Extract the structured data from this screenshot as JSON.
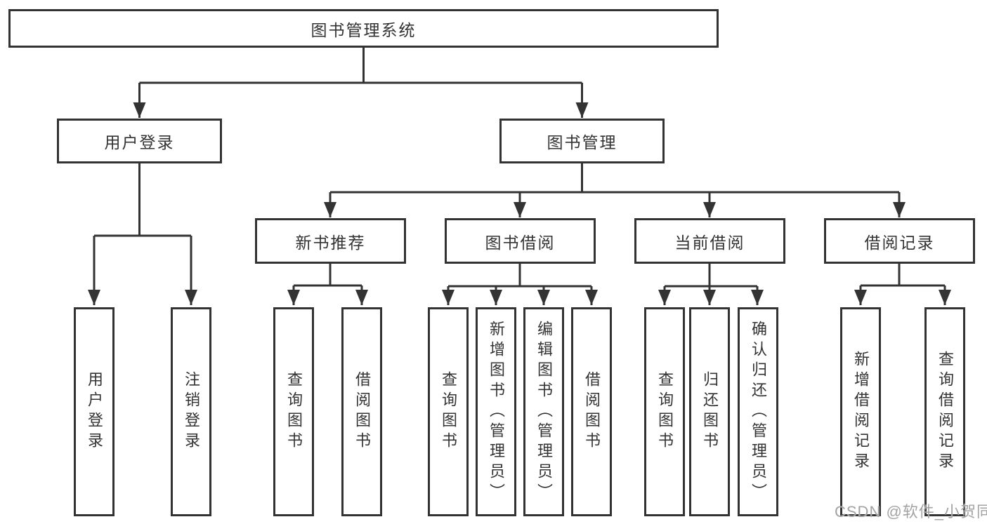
{
  "diagram": {
    "root": "图书管理系统",
    "level2": [
      {
        "label": "用户登录",
        "children": [
          "用户登录",
          "注销登录"
        ]
      },
      {
        "label": "图书管理",
        "sections": [
          {
            "label": "新书推荐",
            "children": [
              "查询图书",
              "借阅图书"
            ]
          },
          {
            "label": "图书借阅",
            "children": [
              "查询图书",
              "新增图书（管理员）",
              "编辑图书（管理员）",
              "借阅图书"
            ]
          },
          {
            "label": "当前借阅",
            "children": [
              "查询图书",
              "归还图书",
              "确认归还（管理员）"
            ]
          },
          {
            "label": "借阅记录",
            "children": [
              "新增借阅记录",
              "查询借阅记录"
            ]
          }
        ]
      }
    ]
  },
  "watermark": "CSDN @软件_小贺同学",
  "colors": {
    "line": "#333333",
    "text": "#333333",
    "background": "#ffffff",
    "watermark": "#a3a3a3"
  }
}
